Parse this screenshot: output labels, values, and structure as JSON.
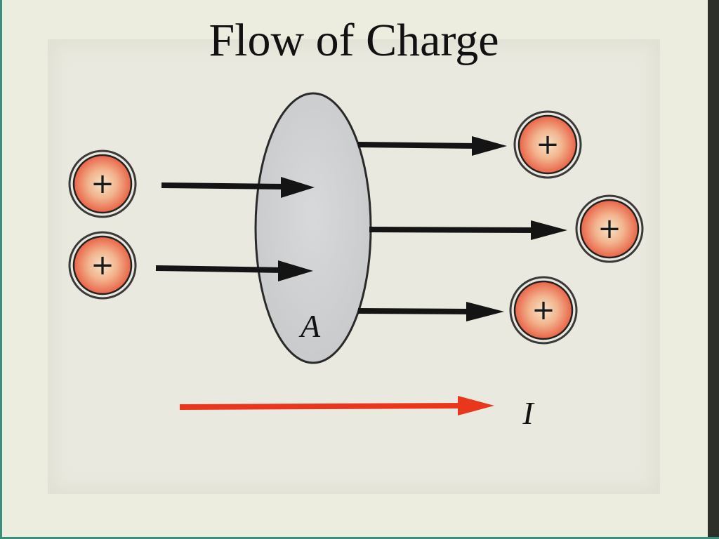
{
  "slide": {
    "title": "Flow of Charge"
  },
  "diagram": {
    "area_label": "A",
    "current_label": "I",
    "charge_symbol": "+",
    "colors": {
      "charge_red": "#e8533a",
      "charge_light": "#f6e3c8",
      "arrow_black": "#141414",
      "current_arrow": "#e8371c",
      "disk_fill": "#cfd1d2"
    },
    "incoming_charges": 2,
    "outgoing_charges": 3
  }
}
